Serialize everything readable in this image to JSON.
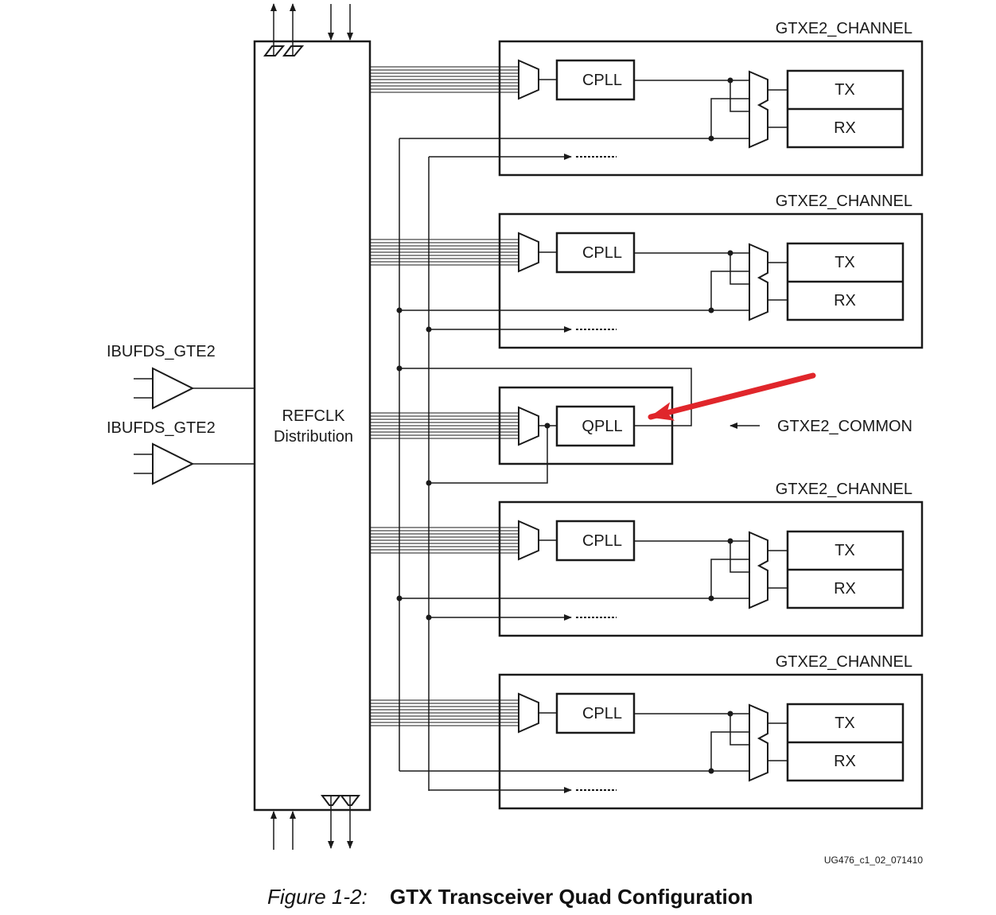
{
  "diagram": {
    "channel_label": "GTXE2_CHANNEL",
    "common_label": "GTXE2_COMMON",
    "cpll_label": "CPLL",
    "qpll_label": "QPLL",
    "tx_label": "TX",
    "rx_label": "RX",
    "ibufds_label": "IBUFDS_GTE2",
    "refclk_line1": "REFCLK",
    "refclk_line2": "Distribution",
    "doc_id": "UG476_c1_02_071410",
    "arrow_color": "#e0262b"
  },
  "caption": {
    "number": "Figure 1-2:",
    "title": "GTX Transceiver Quad Configuration"
  }
}
